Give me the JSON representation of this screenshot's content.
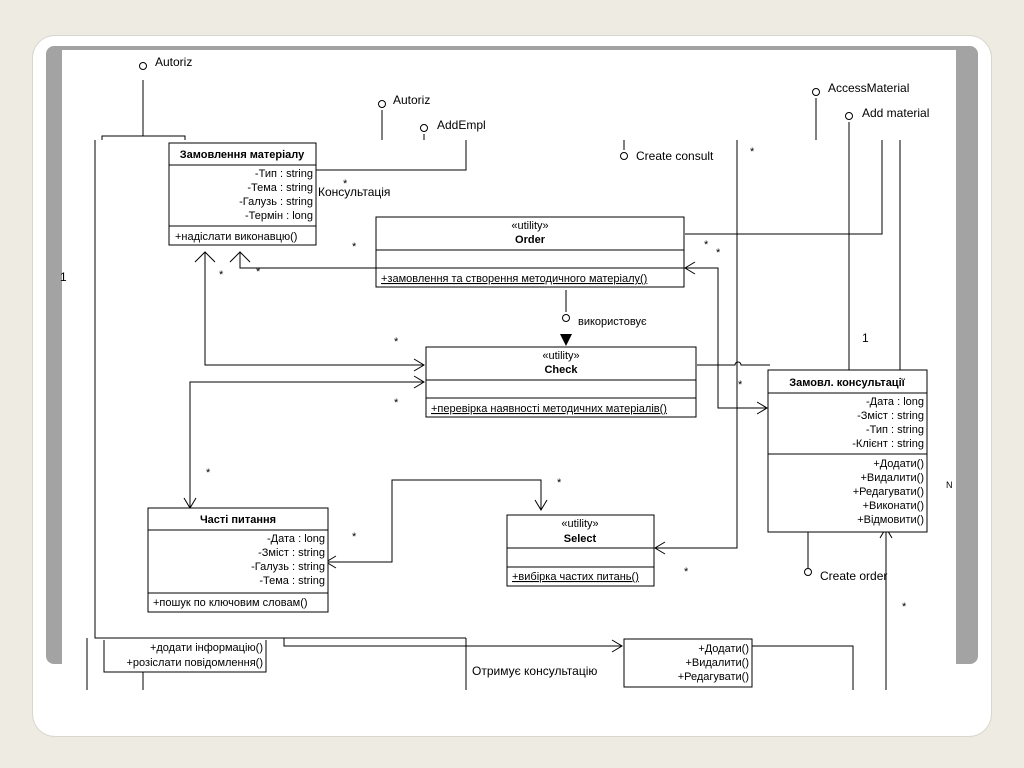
{
  "interfaces": {
    "autoriz_1": "Autoriz",
    "autoriz_2": "Autoriz",
    "add_empl": "AddEmpl",
    "create_consult": "Create consult",
    "access_material": "AccessMaterial",
    "add_material": "Add material",
    "create_order": "Create order"
  },
  "classes": {
    "zamovlennia": {
      "name": "Замовлення матеріалу",
      "attrs": [
        "-Тип : string",
        "-Тема : string",
        "-Галузь : string",
        "-Термін : long"
      ],
      "ops": [
        "+надіслати виконавцю()"
      ]
    },
    "order": {
      "stereotype": "«utility»",
      "name": "Order",
      "ops": [
        "+замовлення та створення методичного матеріалу()"
      ]
    },
    "check": {
      "stereotype": "«utility»",
      "name": "Check",
      "ops": [
        "+перевірка наявності методичних матеріалів()"
      ]
    },
    "zamovl_konsult": {
      "name": "Замовл. консультації",
      "attrs": [
        "-Дата : long",
        "-Зміст : string",
        "-Тип : string",
        "-Клієнт : string"
      ],
      "ops": [
        "+Додати()",
        "+Видалити()",
        "+Редагувати()",
        "+Виконати()",
        "+Відмовити()"
      ]
    },
    "chasti": {
      "name": "Часті питання",
      "attrs": [
        "-Дата : long",
        "-Зміст : string",
        "-Галузь : string",
        "-Тема : string"
      ],
      "ops": [
        "+пошук по ключовим словам()"
      ]
    },
    "select": {
      "stereotype": "«utility»",
      "name": "Select",
      "ops": [
        "+вибірка частих питань()"
      ]
    },
    "bottom_left": {
      "ops": [
        "+додати інформацію()",
        "+розіслати повідомлення()"
      ]
    },
    "bottom_right": {
      "ops": [
        "+Додати()",
        "+Видалити()",
        "+Редагувати()"
      ]
    }
  },
  "labels": {
    "konsultatsiia": "Консультація",
    "vykorystovuie": "використовує",
    "otrymuie": "Отримує консультацію",
    "mult_one_left": "1",
    "mult_one_right": "1",
    "star": "*",
    "n_mark": "N"
  }
}
